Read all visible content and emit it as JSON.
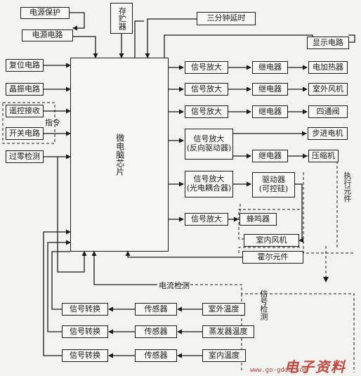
{
  "nodes": {
    "power_protect": "电源保护",
    "power_circuit": "电源电路",
    "memory": "存贮器",
    "delay": "三分钟延时",
    "display": "显示电路",
    "reset": "复位电路",
    "crystal": "晶振电路",
    "remote": "遥控接收",
    "switch": "开关电路",
    "zero_cross": "过零检测",
    "cpu": "微电脑芯片",
    "amp1": "信号放大",
    "amp2": "信号放大",
    "amp3": "信号放大",
    "amp4_line1": "信号放大",
    "amp4_line2": "(反向驱动器)",
    "amp5_line1": "信号放大",
    "amp5_line2": "(光电耦合器)",
    "amp6": "信号放大",
    "relay1": "继电器",
    "relay2": "继电器",
    "relay3": "继电器",
    "relay4": "继电器",
    "driver_line1": "驱动器",
    "driver_line2": "(可控硅)",
    "buzzer": "蜂鸣器",
    "heater": "电加热器",
    "outdoor_fan": "室外风机",
    "four_way": "四通阀",
    "stepper": "步进电机",
    "compressor": "压缩机",
    "indoor_fan": "室内风机",
    "hall": "霍尔元件",
    "current_detect": "电流检测",
    "conv1": "信号转换",
    "conv2": "信号转换",
    "conv3": "信号转换",
    "sensor1": "传感器",
    "sensor2": "传感器",
    "sensor3": "传感器",
    "temp_outdoor": "室外温度",
    "temp_evap": "蒸发器温度",
    "temp_indoor": "室内温度"
  },
  "labels": {
    "instruction": "指令",
    "actuators": "执行元件",
    "signal_detect": "信号检测"
  },
  "watermark": {
    "brand": "电子资料",
    "url": "www.go-gddq.com"
  }
}
